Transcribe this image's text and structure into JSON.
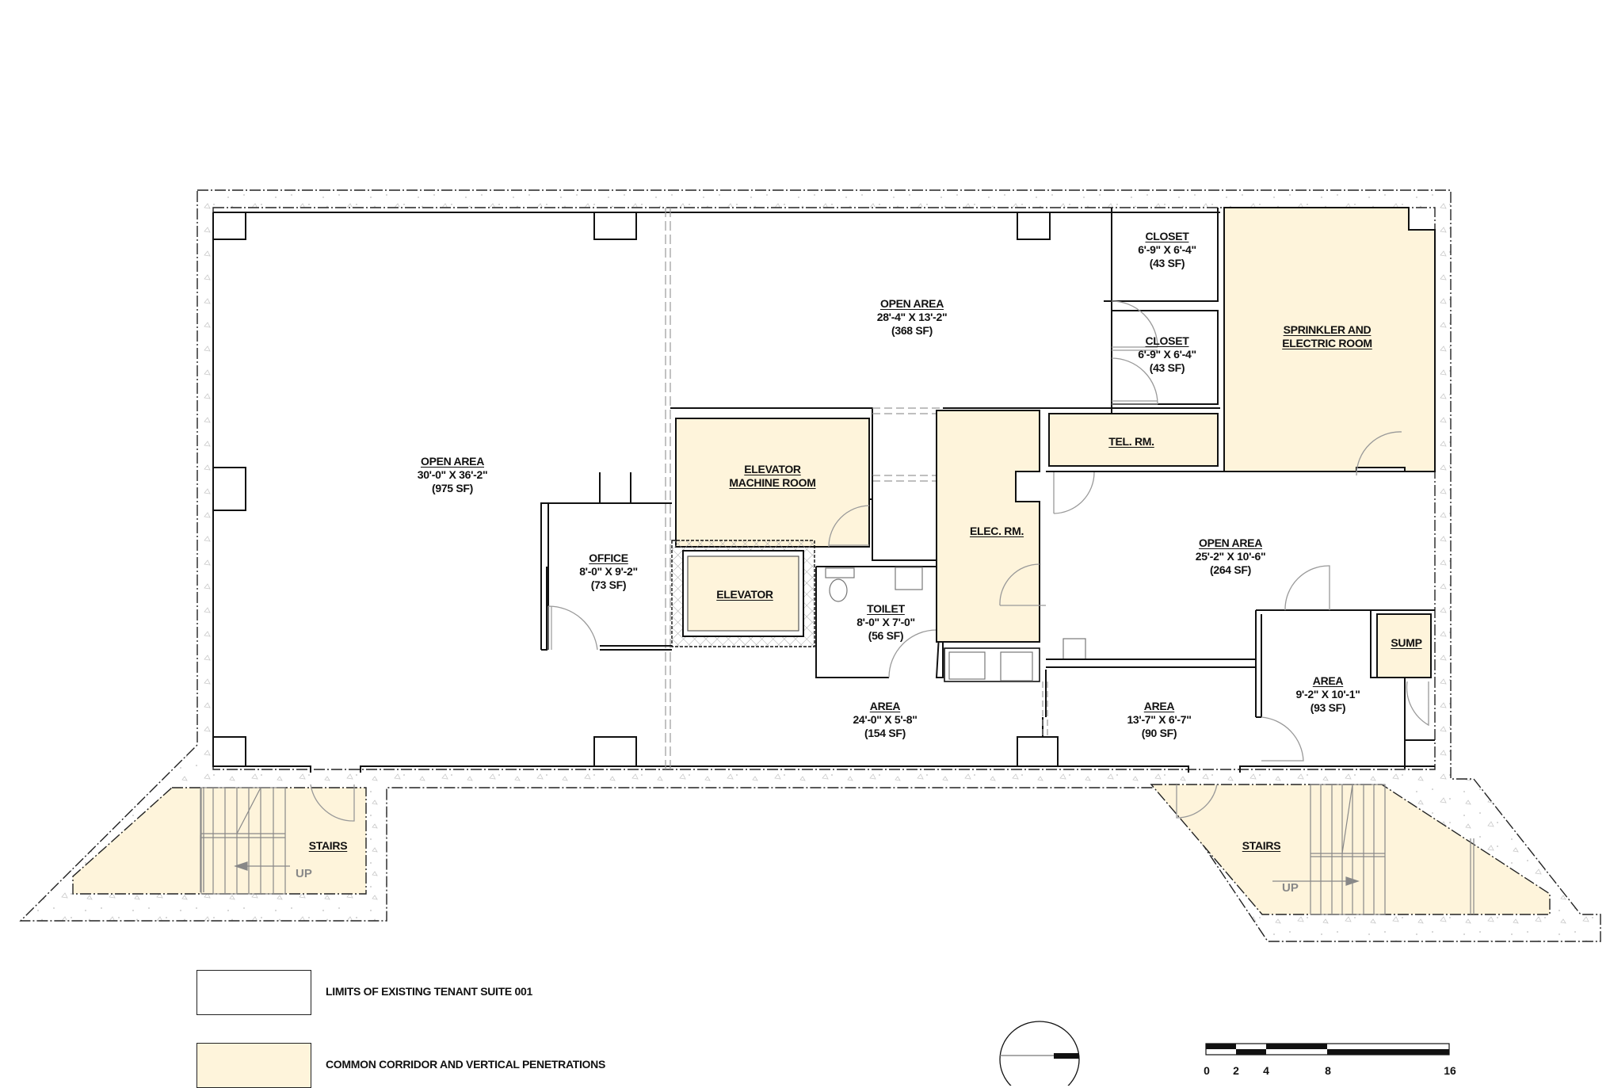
{
  "plan": {
    "colors": {
      "common_fill": "#FEF4DB",
      "wall": "#111111",
      "concrete": "#bbbbbb"
    },
    "rooms": [
      {
        "id": "open-area-west",
        "name": "OPEN AREA",
        "dims": "30'-0\" X 36'-2\"",
        "area": "(975 SF)",
        "type": "tenant"
      },
      {
        "id": "open-area-north",
        "name": "OPEN AREA",
        "dims": "28'-4\" X 13'-2\"",
        "area": "(368 SF)",
        "type": "tenant"
      },
      {
        "id": "closet-1",
        "name": "CLOSET",
        "dims": "6'-9\" X 6'-4\"",
        "area": "(43 SF)",
        "type": "tenant"
      },
      {
        "id": "closet-2",
        "name": "CLOSET",
        "dims": "6'-9\" X 6'-4\"",
        "area": "(43 SF)",
        "type": "tenant"
      },
      {
        "id": "sprinkler-electric",
        "name": "SPRINKLER AND",
        "name2": "ELECTRIC ROOM",
        "type": "common"
      },
      {
        "id": "elevator-machine",
        "name": "ELEVATOR",
        "name2": "MACHINE ROOM",
        "type": "common"
      },
      {
        "id": "elevator",
        "name": "ELEVATOR",
        "type": "common"
      },
      {
        "id": "office",
        "name": "OFFICE",
        "dims": "8'-0\" X 9'-2\"",
        "area": "(73 SF)",
        "type": "tenant"
      },
      {
        "id": "toilet",
        "name": "TOILET",
        "dims": "8'-0\" X 7'-0\"",
        "area": "(56 SF)",
        "type": "tenant"
      },
      {
        "id": "elec-rm",
        "name": "ELEC. RM.",
        "type": "common"
      },
      {
        "id": "tel-rm",
        "name": "TEL. RM.",
        "type": "common"
      },
      {
        "id": "open-area-east",
        "name": "OPEN AREA",
        "dims": "25'-2\" X 10'-6\"",
        "area": "(264 SF)",
        "type": "tenant"
      },
      {
        "id": "sump",
        "name": "SUMP",
        "type": "common"
      },
      {
        "id": "area-south",
        "name": "AREA",
        "dims": "24'-0\" X 5'-8\"",
        "area": "(154 SF)",
        "type": "tenant"
      },
      {
        "id": "area-mid",
        "name": "AREA",
        "dims": "13'-7\" X 6'-7\"",
        "area": "(90 SF)",
        "type": "tenant"
      },
      {
        "id": "area-east",
        "name": "AREA",
        "dims": "9'-2\" X 10'-1\"",
        "area": "(93 SF)",
        "type": "tenant"
      },
      {
        "id": "stairs-west",
        "name": "STAIRS",
        "direction": "UP",
        "type": "common"
      },
      {
        "id": "stairs-east",
        "name": "STAIRS",
        "direction": "UP",
        "type": "common"
      }
    ]
  },
  "legend": {
    "items": [
      {
        "label": "LIMITS OF EXISTING TENANT SUITE 001",
        "swatch": "#FFFFFF"
      },
      {
        "label": "COMMON CORRIDOR AND VERTICAL PENETRATIONS",
        "swatch": "#FEF4DB"
      }
    ]
  },
  "scale_bar": {
    "ticks": [
      "0",
      "2",
      "4",
      "8",
      "16"
    ]
  },
  "north_arrow": {
    "icon": "north-arrow-icon"
  }
}
